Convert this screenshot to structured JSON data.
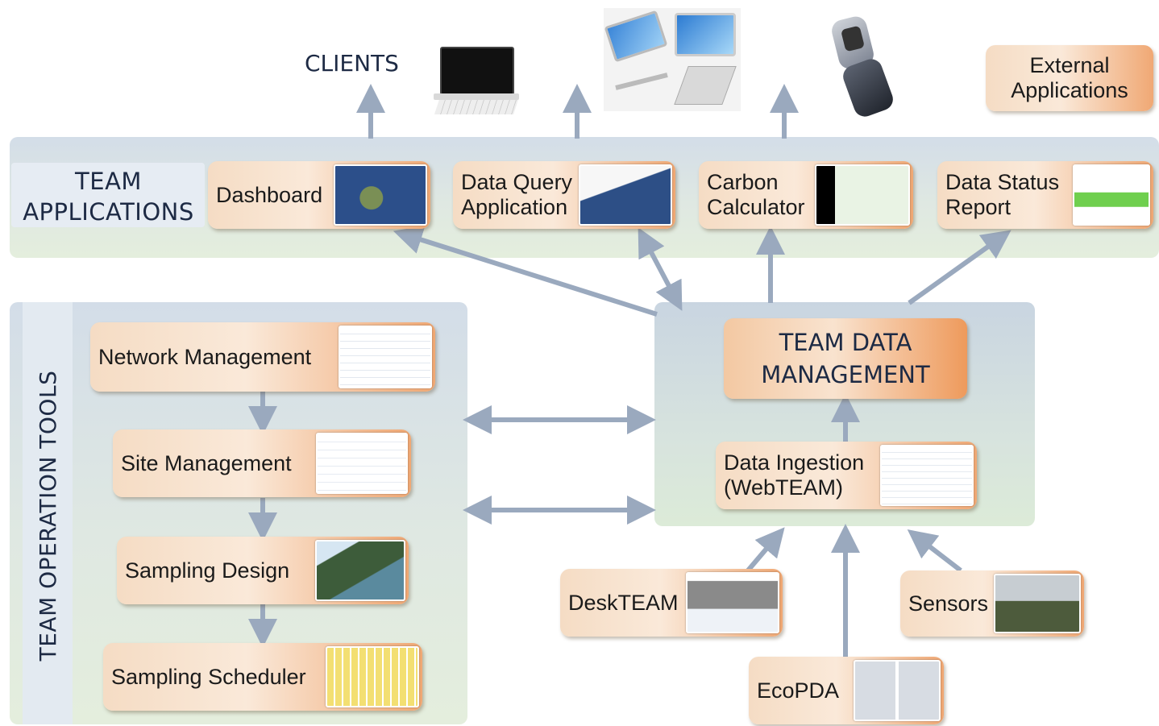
{
  "header": {
    "clients_label": "CLIENTS",
    "external_label": "External Applications"
  },
  "team_applications": {
    "title": "TEAM APPLICATIONS",
    "items": [
      {
        "label": "Dashboard"
      },
      {
        "label": "Data Query Application"
      },
      {
        "label": "Carbon Calculator"
      },
      {
        "label": "Data Status Report"
      }
    ]
  },
  "team_operation_tools": {
    "title": "TEAM OPERATION TOOLS",
    "items": [
      {
        "label": "Network Management"
      },
      {
        "label": "Site Management"
      },
      {
        "label": "Sampling Design"
      },
      {
        "label": "Sampling Scheduler"
      }
    ]
  },
  "data_management": {
    "title": "TEAM DATA MANAGEMENT",
    "ingestion_label": "Data Ingestion (WebTEAM)"
  },
  "inputs": [
    {
      "label": "DeskTEAM"
    },
    {
      "label": "Sensors"
    },
    {
      "label": "EcoPDA"
    }
  ],
  "colors": {
    "arrow": "#9aa9be",
    "box_accent": "#ee9a5c",
    "header_text": "#1d2a44"
  },
  "icons": [
    "laptop-icon",
    "tablet-devices-icon",
    "flip-phone-icon",
    "screenshot-thumbnail"
  ]
}
